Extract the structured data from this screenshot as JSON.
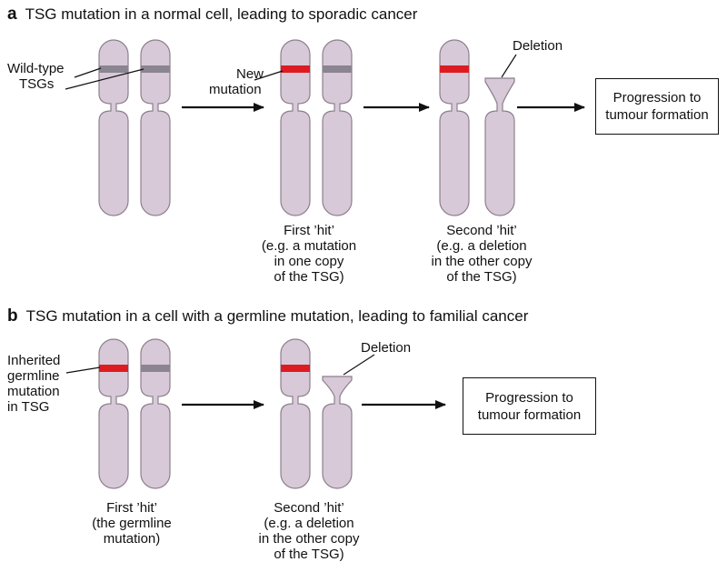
{
  "panel_a": {
    "letter": "a",
    "title": "TSG mutation in a normal cell, leading to sporadic cancer",
    "labels": {
      "wild_type_1": "Wild-type",
      "wild_type_2": "TSGs",
      "new_mutation_1": "New",
      "new_mutation_2": "mutation",
      "deletion": "Deletion"
    },
    "outcome": [
      "Progression to",
      "tumour formation"
    ],
    "captions": {
      "first_hit": [
        "First ’hit’",
        "(e.g. a mutation",
        "in one copy",
        "of the TSG)"
      ],
      "second_hit": [
        "Second ’hit’",
        "(e.g. a deletion",
        "in the other copy",
        "of the TSG)"
      ]
    }
  },
  "panel_b": {
    "letter": "b",
    "title": "TSG mutation in a cell with a germline mutation, leading to familial cancer",
    "labels": {
      "inherited": [
        "Inherited",
        "germline",
        "mutation",
        "in TSG"
      ],
      "deletion": "Deletion"
    },
    "outcome": [
      "Progression to",
      "tumour formation"
    ],
    "captions": {
      "first_hit": [
        "First ’hit’",
        "(the germline",
        "mutation)"
      ],
      "second_hit": [
        "Second ’hit’",
        "(e.g. a deletion",
        "in the other copy",
        "of the TSG)"
      ]
    }
  },
  "colors": {
    "chromosome_fill": "#d8c9d8",
    "chromosome_stroke": "#8c7f8c",
    "wild_type_band": "#8a8590",
    "mutant_band": "#dd1c22",
    "arrow": "#111111"
  }
}
